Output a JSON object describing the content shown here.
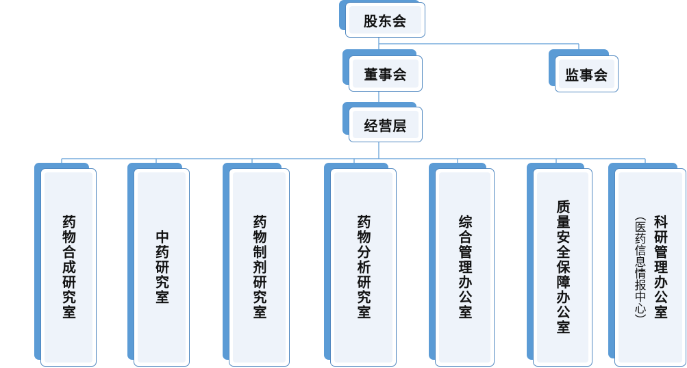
{
  "chart": {
    "top": "股东会",
    "board": "董事会",
    "supervisors": "监事会",
    "management": "经营层",
    "departments": [
      {
        "label": "药物合成研究室"
      },
      {
        "label": "中药研究室"
      },
      {
        "label": "药物制剂研究室"
      },
      {
        "label": "药物分析研究室"
      },
      {
        "label": "综合管理办公室"
      },
      {
        "label": "质量安全保障办公室"
      },
      {
        "label": "科研管理办公室",
        "sub": "（医药信息情报中心）"
      }
    ]
  },
  "colors": {
    "back_fill": "#5b9bd5",
    "border": "#4f87c0",
    "inner_fill": "#eef3fa",
    "connector": "#5b9bd5"
  }
}
